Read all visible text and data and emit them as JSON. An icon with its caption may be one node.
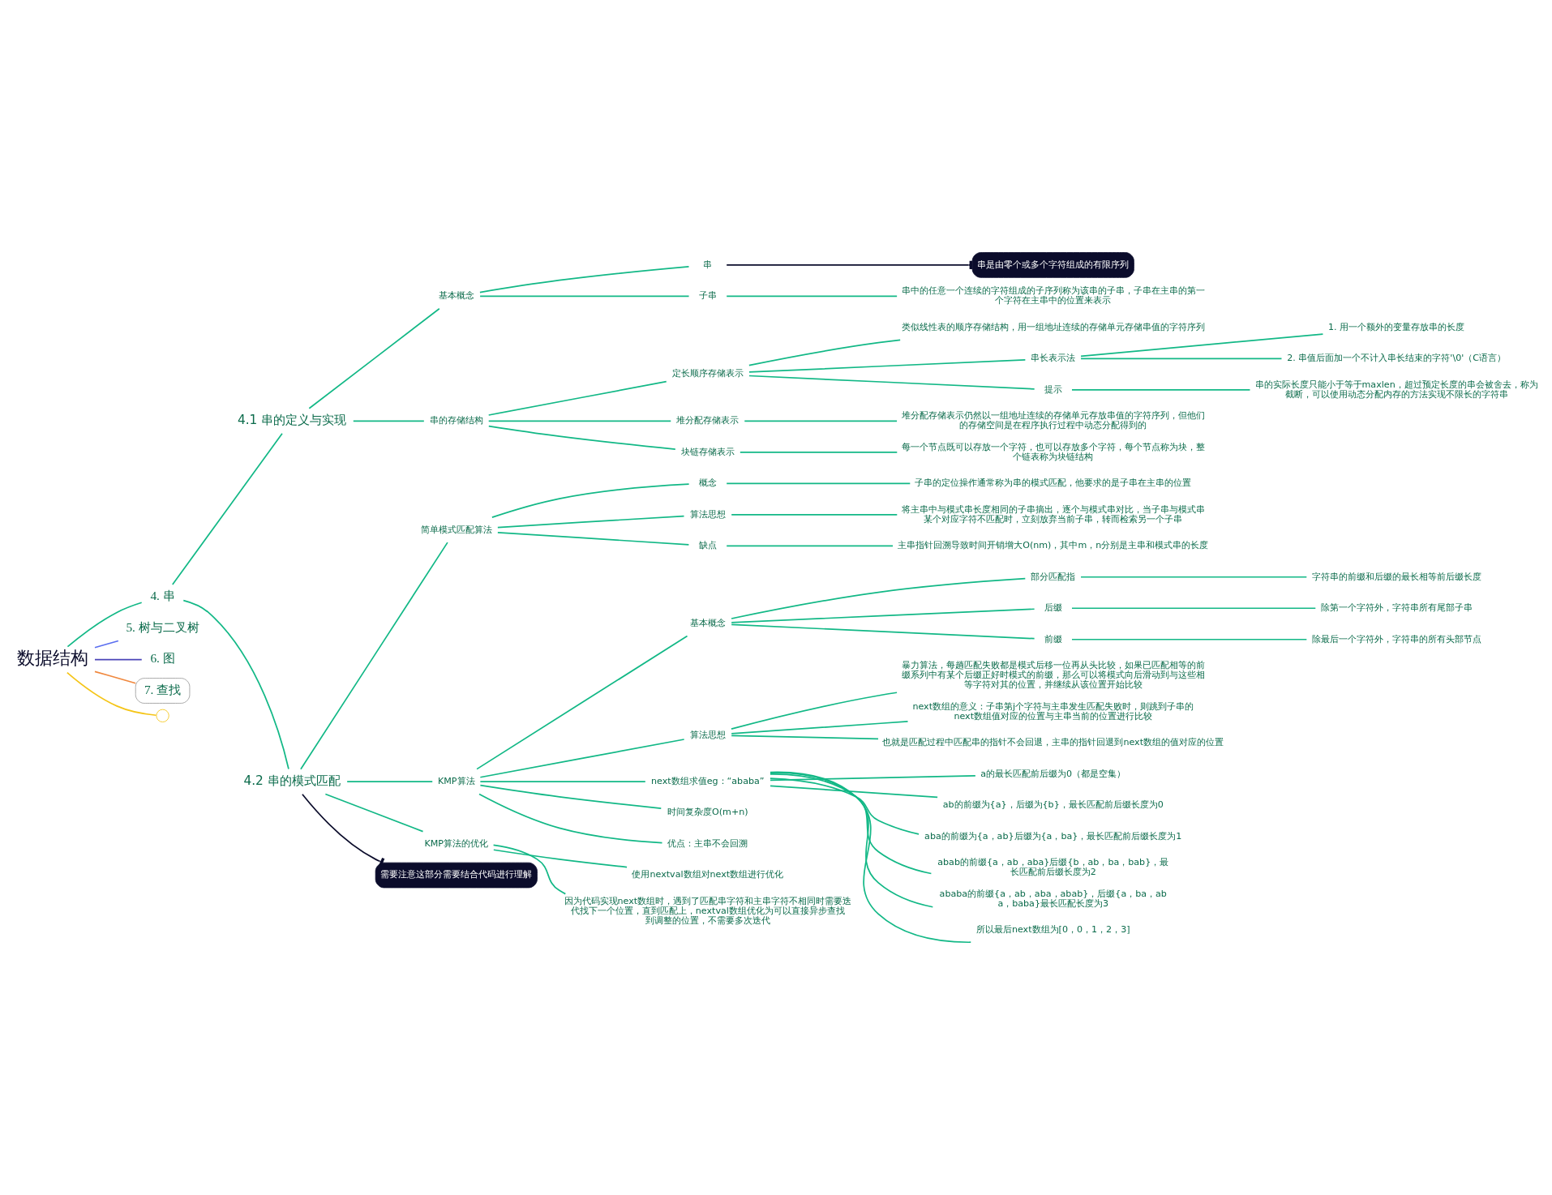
{
  "diagram": {
    "nodes": [
      {
        "text": [
          "数据结构"
        ]
      },
      {
        "text": [
          "4. 串"
        ]
      },
      {
        "text": [
          "4.1 串的定义与实现"
        ]
      },
      {
        "text": [
          "基本概念"
        ]
      },
      {
        "text": [
          "串"
        ]
      },
      {
        "text": [
          "串是由零个或多个字符组成的有限序列"
        ]
      },
      {
        "text": [
          "子串"
        ]
      },
      {
        "text": [
          "串中的任意一个连续的字符组成的子序列称为该串的子串，子串在主串的第一个字符在主串中的位置来表示"
        ]
      },
      {
        "text": [
          "串的存储结构"
        ]
      },
      {
        "text": [
          "定长顺序存储表示"
        ]
      },
      {
        "text": [
          "类似线性表的顺序存储结构，用一组地址连续的存储单元存储串值的字符序列"
        ]
      },
      {
        "text": [
          "串长表示法"
        ]
      },
      {
        "text": [
          "1. 用一个额外的变量存放串的长度"
        ]
      },
      {
        "text": [
          "2. 串值后面加一个不计入串长结束的字符'\\0'（C语言）"
        ]
      },
      {
        "text": [
          "提示"
        ]
      },
      {
        "text": [
          "串的实际长度只能小于等于maxlen，超过预定长度的串会被舍去，称为截断，可以使用动态分配内存的方法实现不限长的字符串"
        ]
      },
      {
        "text": [
          "堆分配存储表示"
        ]
      },
      {
        "text": [
          "堆分配存储表示仍然以一组地址连续的存储单元存放串值的字符序列，但他们的存储空间是在程序执行过程中动态分配得到的"
        ]
      },
      {
        "text": [
          "块链存储表示"
        ]
      },
      {
        "text": [
          "每一个节点既可以存放一个字符，也可以存放多个字符，每个节点称为块，整个链表称为块链结构"
        ]
      },
      {
        "text": [
          "4.2 串的模式匹配"
        ]
      },
      {
        "text": [
          "简单模式匹配算法"
        ]
      },
      {
        "text": [
          "概念"
        ]
      },
      {
        "text": [
          "子串的定位操作通常称为串的模式匹配，他要求的是子串在主串的位置"
        ]
      },
      {
        "text": [
          "算法思想"
        ]
      },
      {
        "text": [
          "将主串中与模式串长度相同的子串摘出，逐个与模式串对比，当子串与模式串某个对应字符不匹配时，立刻放弃当前子串，转而检索另一个子串"
        ]
      },
      {
        "text": [
          "缺点"
        ]
      },
      {
        "text": [
          "主串指针回溯导致时间开销增大O(nm)，其中m，n分别是主串和模式串的长度"
        ]
      },
      {
        "text": [
          "KMP算法"
        ]
      },
      {
        "text": [
          "基本概念"
        ]
      },
      {
        "text": [
          "部分匹配指"
        ]
      },
      {
        "text": [
          "字符串的前缀和后缀的最长相等前后缀长度"
        ]
      },
      {
        "text": [
          "后缀"
        ]
      },
      {
        "text": [
          "除第一个字符外，字符串所有尾部子串"
        ]
      },
      {
        "text": [
          "前缀"
        ]
      },
      {
        "text": [
          "除最后一个字符外，字符串的所有头部节点"
        ]
      },
      {
        "text": [
          "算法思想"
        ]
      },
      {
        "text": [
          "暴力算法，每趟匹配失败都是模式后移一位再从头比较，如果已匹配相等的前缀系列中有某个后缀正好时模式的前缀，那么可以将模式向后滑动到与这些相等字符对其的位置，并继续从该位置开始比较"
        ]
      },
      {
        "text": [
          "next数组的意义：子串第j个字符与主串发生匹配失败时，则跳到子串的next数组值对应的位置与主串当前的位置进行比较"
        ]
      },
      {
        "text": [
          "也就是匹配过程中匹配串的指针不会回退，主串的指针回退到next数组的值对应的位置"
        ]
      },
      {
        "text": [
          "next数组求值eg：“ababa”"
        ]
      },
      {
        "text": [
          "a的最长匹配前后缀为0（都是空集）"
        ]
      },
      {
        "text": [
          "ab的前缀为{a}，后缀为{b}，最长匹配前后缀长度为0"
        ]
      },
      {
        "text": [
          "aba的前缀为{a，ab}后缀为{a，ba}，最长匹配前后缀长度为1"
        ]
      },
      {
        "text": [
          "abab的前缀{a，ab，aba}后缀{b，ab，ba，bab}，最长匹配前后缀长度为2"
        ]
      },
      {
        "text": [
          "ababa的前缀{a，ab，aba，abab}，后缀{a，ba，aba，baba}最长匹配长度为3"
        ]
      },
      {
        "text": [
          "所以最后next数组为[0，0，1，2，3]"
        ]
      },
      {
        "text": [
          "时间复杂度O(m+n)"
        ]
      },
      {
        "text": [
          "优点：主串不会回溯"
        ]
      },
      {
        "text": [
          "KMP算法的优化"
        ]
      },
      {
        "text": [
          "使用nextval数组对next数组进行优化"
        ]
      },
      {
        "text": [
          "因为代码实现next数组时，遇到了匹配串字符和主串字符不相同时需要迭代找下一个位置，直到匹配上，nextval数组优化为可以直接异步查找到调整的位置，不需要多次迭代"
        ]
      },
      {
        "text": [
          "需要注意这部分需要结合代码进行理解"
        ]
      },
      {
        "text": [
          "5. 树与二叉树"
        ]
      },
      {
        "text": [
          "6. 图"
        ]
      },
      {
        "text": [
          "7. 查找"
        ]
      },
      {
        "text": [],
        "shape": "circle"
      }
    ],
    "edges": [
      {
        "from": 0,
        "to": 56,
        "arrow": "none",
        "color": "#f5c518"
      },
      {
        "from": 0,
        "to": 1,
        "arrow": "none"
      },
      {
        "from": 1,
        "to": 2,
        "arrow": "none"
      },
      {
        "from": 2,
        "to": 3,
        "arrow": "none"
      },
      {
        "from": 3,
        "to": 4,
        "arrow": "none"
      },
      {
        "from": 4,
        "to": 5,
        "arrow": "other",
        "color": "#0b0c2b"
      },
      {
        "from": 3,
        "to": 6,
        "arrow": "none"
      },
      {
        "from": 6,
        "to": 7,
        "arrow": "none"
      },
      {
        "from": 2,
        "to": 8,
        "arrow": "none"
      },
      {
        "from": 8,
        "to": 9,
        "arrow": "none"
      },
      {
        "from": 9,
        "to": 10,
        "arrow": "none"
      },
      {
        "from": 9,
        "to": 11,
        "arrow": "none"
      },
      {
        "from": 11,
        "to": 12,
        "arrow": "none"
      },
      {
        "from": 11,
        "to": 13,
        "arrow": "none"
      },
      {
        "from": 9,
        "to": 14,
        "arrow": "none"
      },
      {
        "from": 14,
        "to": 15,
        "arrow": "none"
      },
      {
        "from": 8,
        "to": 16,
        "arrow": "none"
      },
      {
        "from": 16,
        "to": 17,
        "arrow": "none"
      },
      {
        "from": 8,
        "to": 18,
        "arrow": "none"
      },
      {
        "from": 18,
        "to": 19,
        "arrow": "none"
      },
      {
        "from": 1,
        "to": 20,
        "arrow": "none"
      },
      {
        "from": 20,
        "to": 21,
        "arrow": "none"
      },
      {
        "from": 21,
        "to": 22,
        "arrow": "none"
      },
      {
        "from": 22,
        "to": 23,
        "arrow": "none"
      },
      {
        "from": 21,
        "to": 24,
        "arrow": "none"
      },
      {
        "from": 24,
        "to": 25,
        "arrow": "none"
      },
      {
        "from": 21,
        "to": 26,
        "arrow": "none"
      },
      {
        "from": 26,
        "to": 27,
        "arrow": "none"
      },
      {
        "from": 20,
        "to": 28,
        "arrow": "none"
      },
      {
        "from": 28,
        "to": 29,
        "arrow": "none"
      },
      {
        "from": 29,
        "to": 30,
        "arrow": "none"
      },
      {
        "from": 30,
        "to": 31,
        "arrow": "none"
      },
      {
        "from": 29,
        "to": 32,
        "arrow": "none"
      },
      {
        "from": 32,
        "to": 33,
        "arrow": "none"
      },
      {
        "from": 29,
        "to": 34,
        "arrow": "none"
      },
      {
        "from": 34,
        "to": 35,
        "arrow": "none"
      },
      {
        "from": 28,
        "to": 36,
        "arrow": "none"
      },
      {
        "from": 36,
        "to": 37,
        "arrow": "none"
      },
      {
        "from": 36,
        "to": 38,
        "arrow": "none"
      },
      {
        "from": 36,
        "to": 39,
        "arrow": "none"
      },
      {
        "from": 28,
        "to": 40,
        "arrow": "none"
      },
      {
        "from": 40,
        "to": 41,
        "arrow": "none"
      },
      {
        "from": 40,
        "to": 42,
        "arrow": "none"
      },
      {
        "from": 40,
        "to": 43,
        "arrow": "none"
      },
      {
        "from": 40,
        "to": 44,
        "arrow": "none"
      },
      {
        "from": 40,
        "to": 45,
        "arrow": "none"
      },
      {
        "from": 40,
        "to": 46,
        "arrow": "none"
      },
      {
        "from": 28,
        "to": 47,
        "arrow": "none"
      },
      {
        "from": 28,
        "to": 48,
        "arrow": "none"
      },
      {
        "from": 20,
        "to": 49,
        "arrow": "none"
      },
      {
        "from": 49,
        "to": 50,
        "arrow": "none"
      },
      {
        "from": 49,
        "to": 51,
        "arrow": "none"
      },
      {
        "from": 20,
        "to": 52,
        "arrow": "other",
        "color": "#0b0c2b"
      },
      {
        "from": 0,
        "to": 53,
        "arrow": "none",
        "color": "#5b6ff0"
      },
      {
        "from": 0,
        "to": 54,
        "arrow": "none",
        "color": "#4a44b8"
      },
      {
        "from": 0,
        "to": 55,
        "arrow": "none",
        "color": "#f0883e"
      }
    ]
  }
}
